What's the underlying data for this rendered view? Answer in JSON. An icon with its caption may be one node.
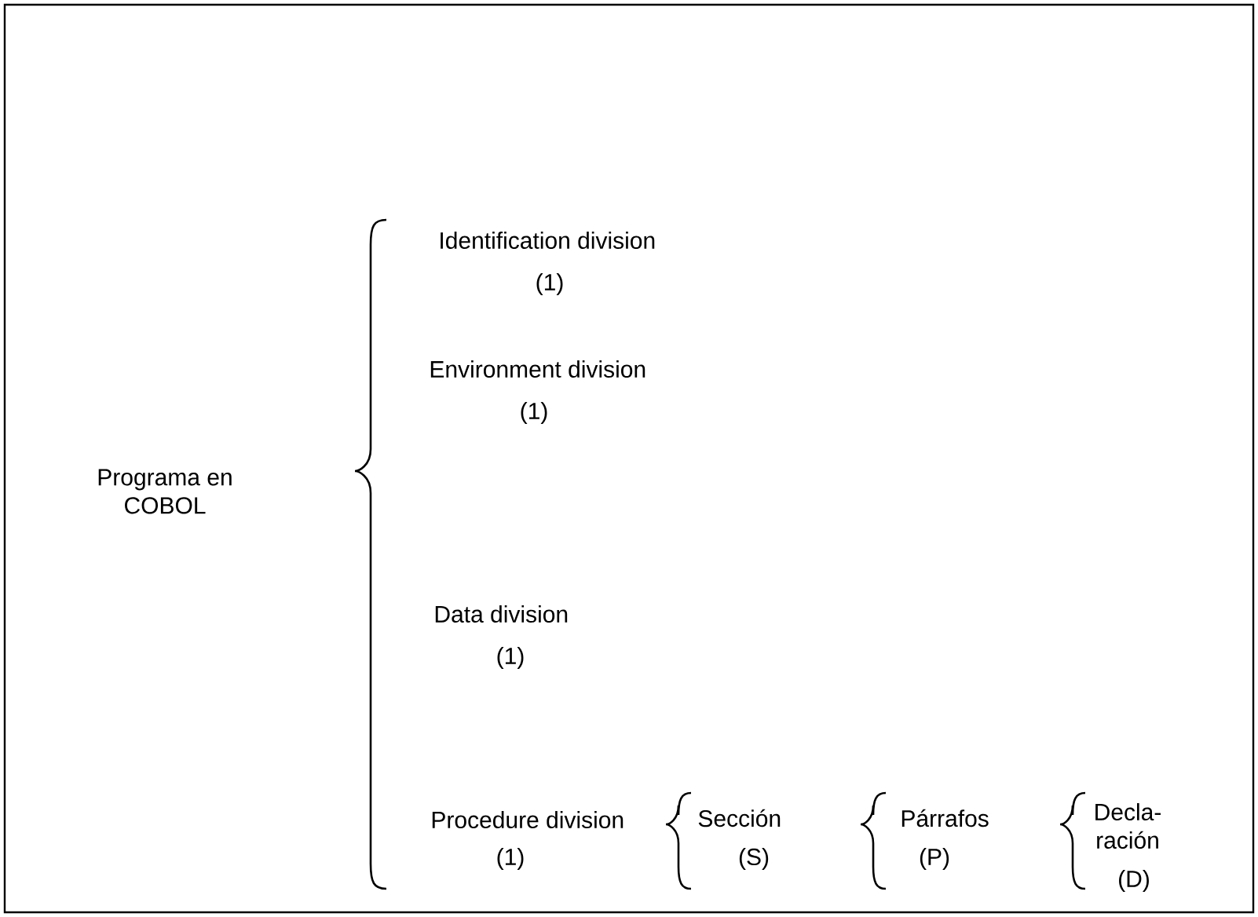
{
  "diagram": {
    "labels": [
      "Programa en COBOL",
      "Identification division",
      "(1)",
      "Environment division",
      "(1)",
      "Data division",
      "(1)",
      "Procedure division",
      "(1)",
      "Sección",
      "(S)",
      "Párrafos",
      "(P)",
      "Decla- ración",
      "(D)"
    ]
  }
}
